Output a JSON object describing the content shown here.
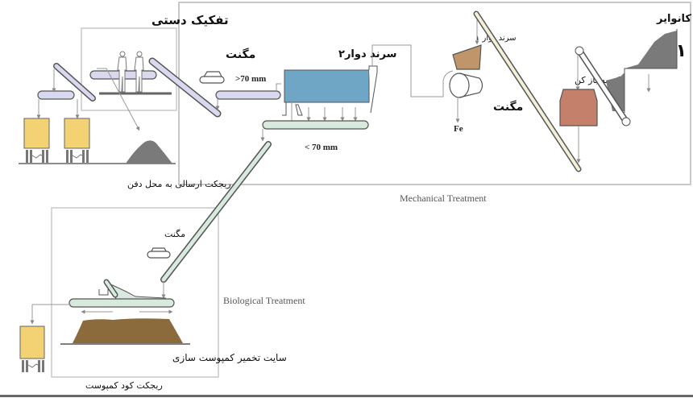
{
  "sections": {
    "mechanical": "Mechanical Treatment",
    "biological": "Biological Treatment"
  },
  "labels": {
    "manual_sorting": "تفکیک دستی",
    "magnet_1": "مگنت",
    "magnet_2": "مگنت",
    "magnet_3": "مگنت",
    "rotary_screen_2": "سرند دوار۲",
    "rotary_screen_1": "سرند دوار ۱",
    "over_70": ">70 mm",
    "under_70": "< 70 mm",
    "fe": "Fe",
    "bag_opener": "کیسه باز کن",
    "slat_conveyor": "اسلت کانوایر",
    "step_number": "۱",
    "reject_to_landfill": "ریجکت  ارسالی به محل دفن",
    "composting_site": "سایت تخمیر کمپوست سازی",
    "compost_reject": "ریجکت کود کمپوست"
  },
  "colors": {
    "bin_yellow": "#f2d272",
    "screen_blue": "#6fa6c6",
    "trommel_brown": "#c0956a",
    "bag_opener_red": "#c4806a",
    "compost_brown": "#8b6b3c",
    "conveyor_lavender": "#d8d8ee",
    "conveyor_green": "#d7eadd",
    "conveyor_cream": "#f4efd8",
    "pile_gray": "#7a7a7a",
    "frame_gray": "#c8c8c8"
  }
}
